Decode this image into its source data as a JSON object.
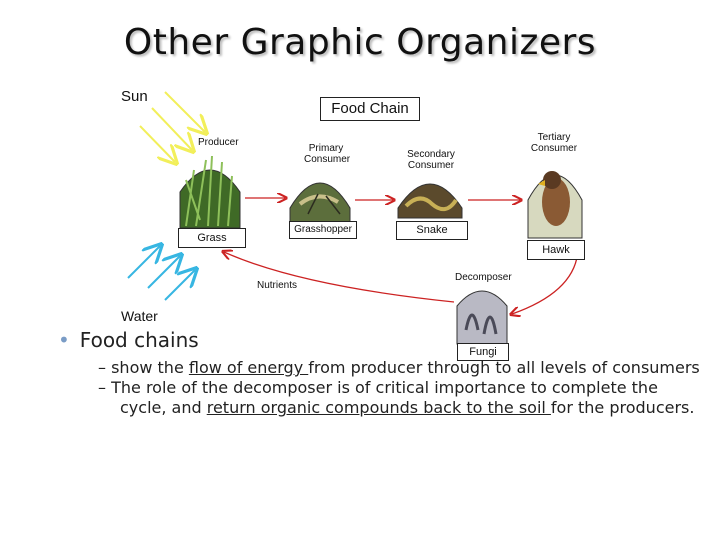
{
  "slide": {
    "title": "Other Graphic Organizers"
  },
  "diagram": {
    "sun_label": "Sun",
    "food_chain_label": "Food Chain",
    "producer_label": "Producer",
    "primary_label_1": "Primary",
    "primary_label_2": "Consumer",
    "secondary_label_1": "Secondary",
    "secondary_label_2": "Consumer",
    "tertiary_label_1": "Tertiary",
    "tertiary_label_2": "Consumer",
    "grass_label": "Grass",
    "grasshopper_label": "Grasshopper",
    "snake_label": "Snake",
    "hawk_label": "Hawk",
    "nutrients_label": "Nutrients",
    "decomposer_label": "Decomposer",
    "fungi_label": "Fungi",
    "water_label": "Water",
    "colors": {
      "sun_arrows": "#f2ef5a",
      "water_arrows": "#37b6e2",
      "flow_arrows": "#cc2222"
    }
  },
  "content": {
    "bullet": "Food chains",
    "sub1_a": "show the ",
    "sub1_u": "flow of energy ",
    "sub1_b": "from producer through to all levels of consumers",
    "sub2_a": "The role of the decomposer is of critical importance to complete the cycle, and ",
    "sub2_u": "return organic compounds back to the soil ",
    "sub2_b": "for the producers."
  }
}
